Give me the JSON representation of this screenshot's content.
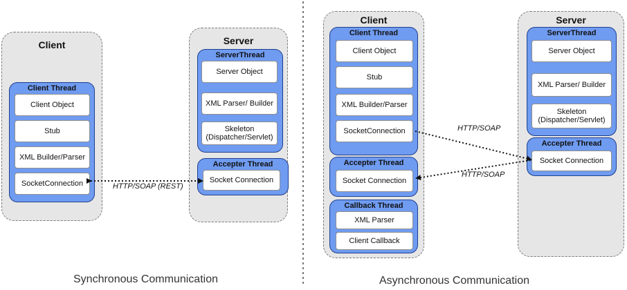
{
  "sync": {
    "caption": "Synchronous Communication",
    "client": {
      "title": "Client",
      "thread_title": "Client Thread",
      "components": [
        "Client Object",
        "Stub",
        "XML Builder/Parser",
        "SocketConnection"
      ]
    },
    "server": {
      "title": "Server",
      "thread_title": "ServerThread",
      "components": [
        "Server Object",
        "XML Parser/ Builder",
        "Skeleton\n(Dispatcher/Servlet)"
      ],
      "accepter_title": "Accepter Thread",
      "accepter_component": "Socket Connection"
    },
    "link_label": "HTTP/SOAP (REST)"
  },
  "async": {
    "caption": "Asynchronous Communication",
    "client": {
      "title": "Client",
      "thread_title": "Client Thread",
      "components": [
        "Client Object",
        "Stub",
        "XML Builder/Parser",
        "SocketConnection"
      ],
      "accepter_title": "Accepter Thread",
      "accepter_component": "Socket Connection",
      "callback_title": "Callback Thread",
      "callback_components": [
        "XML Parser",
        "Client Callback"
      ]
    },
    "server": {
      "title": "Server",
      "thread_title": "ServerThread",
      "components": [
        "Server Object",
        "XML Parser/ Builder",
        "Skeleton\n(Dispatcher/Servlet)"
      ],
      "accepter_title": "Accepter Thread",
      "accepter_component": "Socket Connection"
    },
    "link_label_request": "HTTP/SOAP",
    "link_label_response": "HTTP/SOAP"
  }
}
